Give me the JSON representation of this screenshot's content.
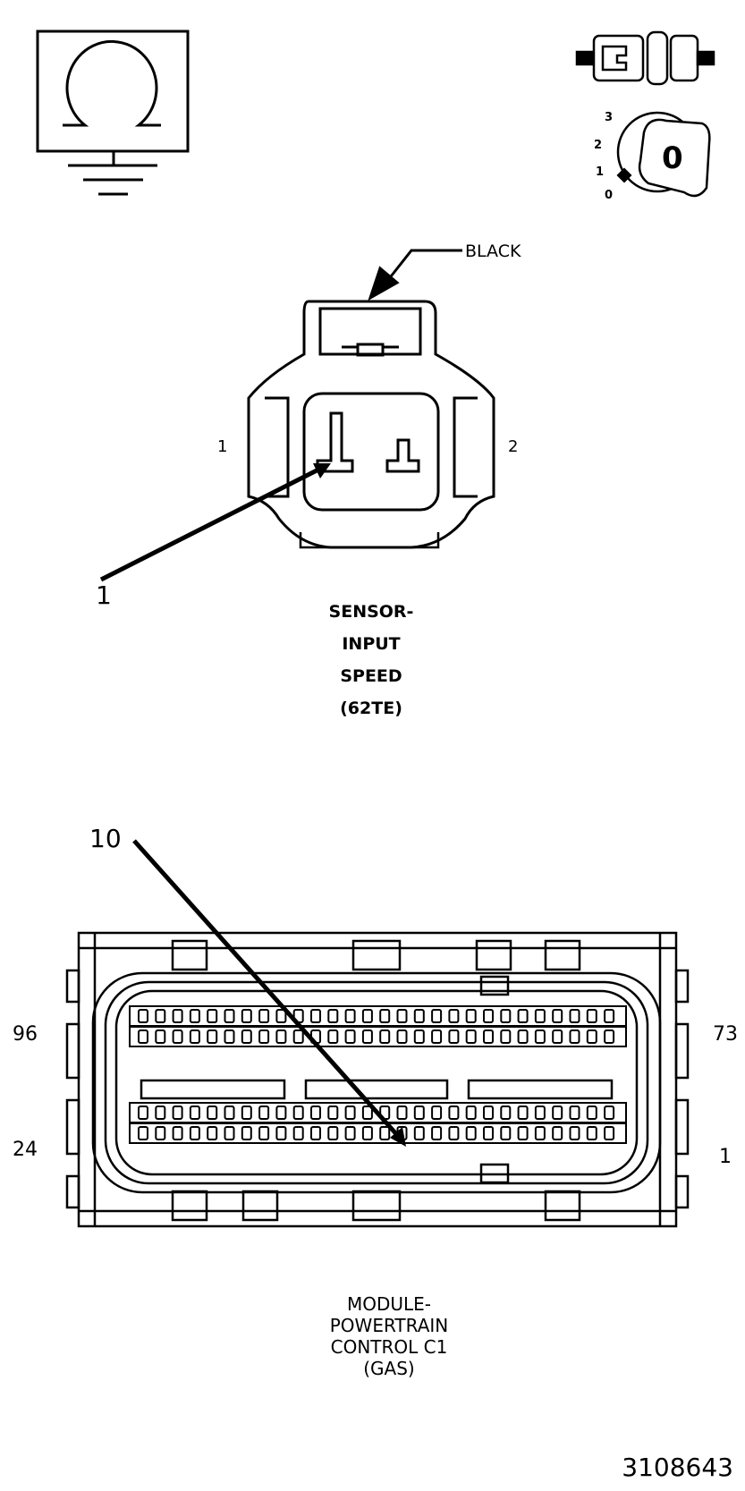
{
  "symbols": {
    "ohmmeter": "ohmmeter-ground-icon",
    "connector_disconnect": "connector-disconnected-icon",
    "ignition": "ignition-key-off-icon",
    "ignition_positions": [
      "3",
      "2",
      "1",
      "0"
    ],
    "key_label": "0"
  },
  "sensor_connector": {
    "color_label": "BLACK",
    "pin_left": "1",
    "pin_right": "2",
    "callout": "1",
    "caption_lines": [
      "SENSOR-",
      "INPUT",
      "SPEED",
      "(62TE)"
    ]
  },
  "pcm_connector": {
    "callout": "10",
    "pin_top_left": "96",
    "pin_top_right": "73",
    "pin_bottom_left": "24",
    "pin_bottom_right": "1",
    "caption_lines": [
      "MODULE-",
      "POWERTRAIN",
      "CONTROL C1",
      "(GAS)"
    ]
  },
  "figure_id": "3108643"
}
